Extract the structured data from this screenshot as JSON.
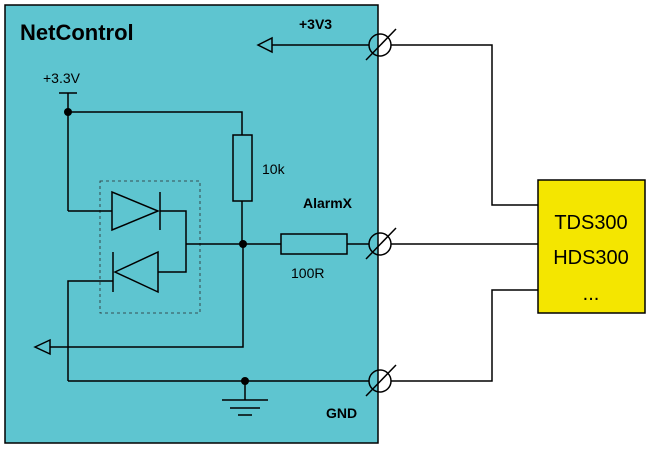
{
  "block": {
    "title": "NetControl"
  },
  "supply": {
    "label": "+3.3V"
  },
  "resistors": {
    "pullup": "10k",
    "series": "100R"
  },
  "terminals": {
    "power": "+3V3",
    "alarm": "AlarmX",
    "ground": "GND"
  },
  "device": {
    "lines": [
      "TDS300",
      "HDS300",
      "..."
    ]
  },
  "colors": {
    "block_fill": "#5ec5d0",
    "device_fill": "#f4e600",
    "wire": "#000000"
  }
}
